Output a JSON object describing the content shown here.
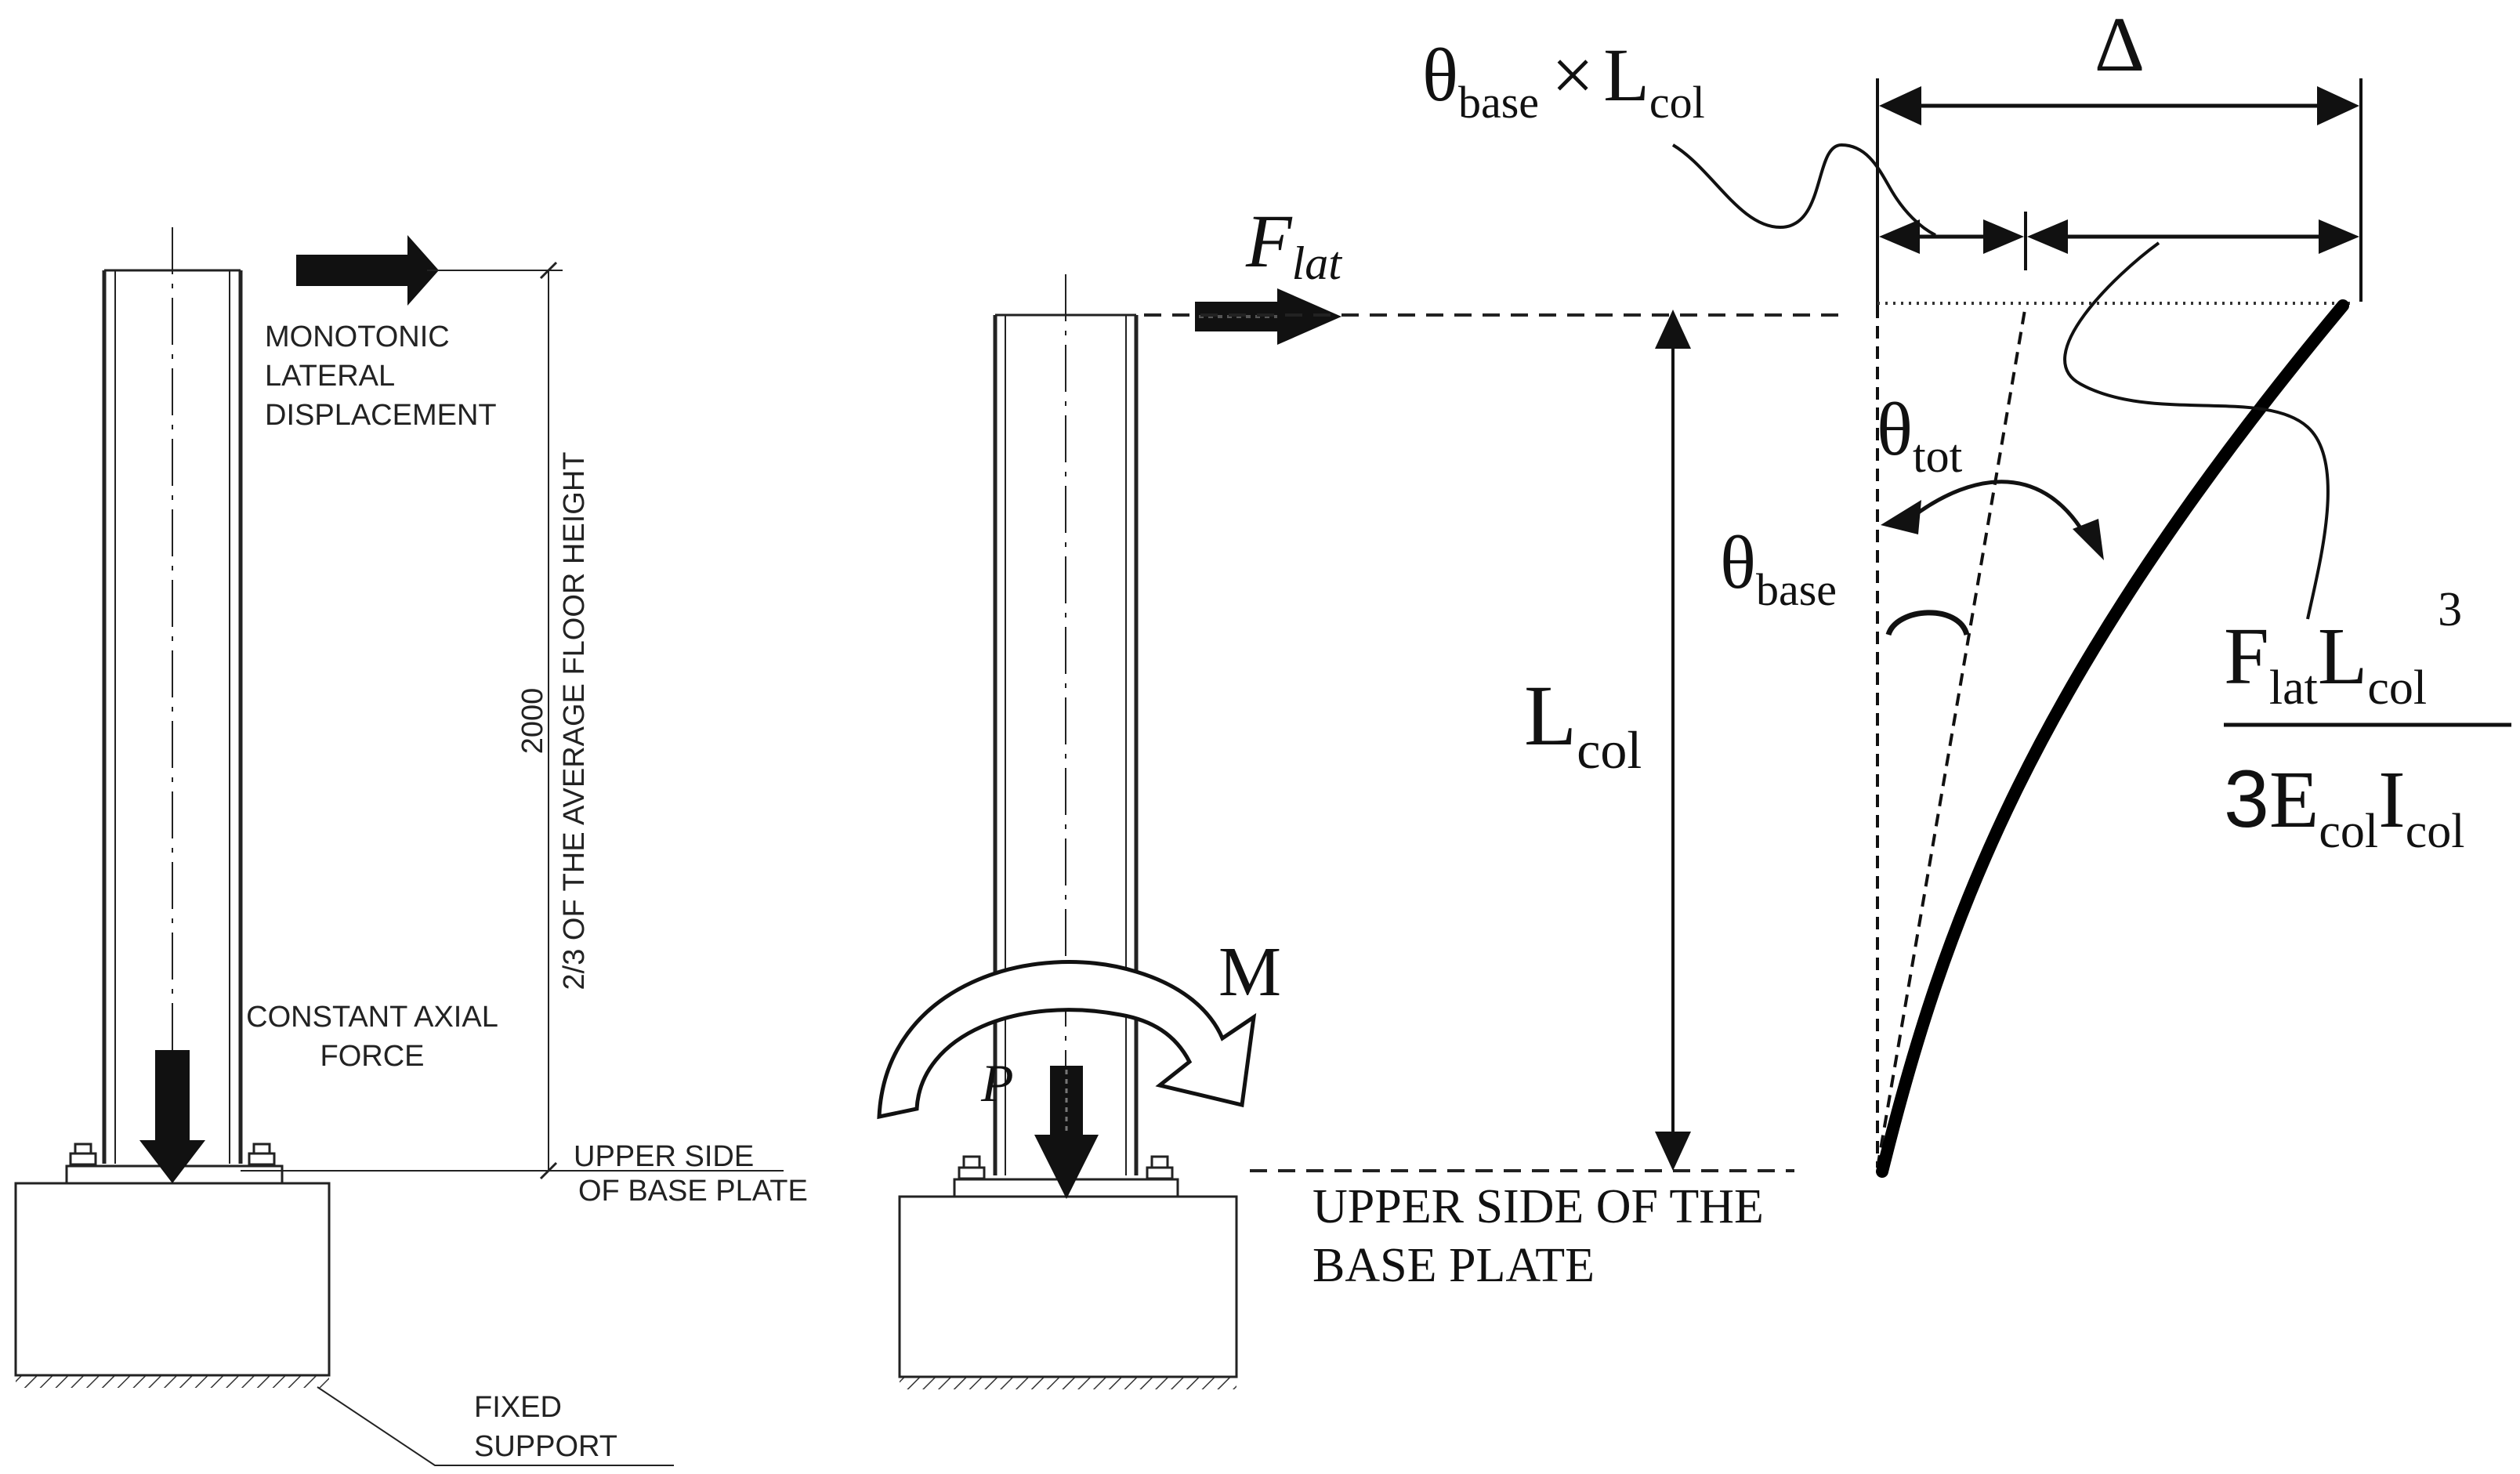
{
  "left_panel": {
    "displacement_label": [
      "MONOTONIC",
      "LATERAL",
      "DISPLACEMENT"
    ],
    "height_value": "2000",
    "height_note": "2/3 OF THE AVERAGE FLOOR HEIGHT",
    "axial_label": [
      "CONSTANT AXIAL",
      "FORCE"
    ],
    "base_label": [
      "UPPER SIDE",
      "OF BASE PLATE"
    ],
    "support_label": [
      "FIXED",
      "SUPPORT"
    ]
  },
  "middle_panel": {
    "force_symbol": "F",
    "force_subscript": "lat",
    "moment_symbol": "M",
    "axial_symbol": "P",
    "length_symbol": "L",
    "length_subscript": "col",
    "base_label": [
      "UPPER SIDE OF THE",
      "BASE PLATE"
    ]
  },
  "right_panel": {
    "delta_symbol": "Δ",
    "base_rotation_term": {
      "theta": "θ",
      "theta_sub": "base",
      "operator": "×",
      "length": "L",
      "length_sub": "col"
    },
    "theta_tot": {
      "symbol": "θ",
      "sub": "tot"
    },
    "theta_base": {
      "symbol": "θ",
      "sub": "base"
    },
    "formula": {
      "numerator": {
        "f": "F",
        "f_sub": "lat",
        "l": "L",
        "l_sub": "col",
        "power": "3"
      },
      "denominator": {
        "coef": "3",
        "e": "E",
        "e_sub": "col",
        "i": "I",
        "i_sub": "col"
      }
    }
  }
}
